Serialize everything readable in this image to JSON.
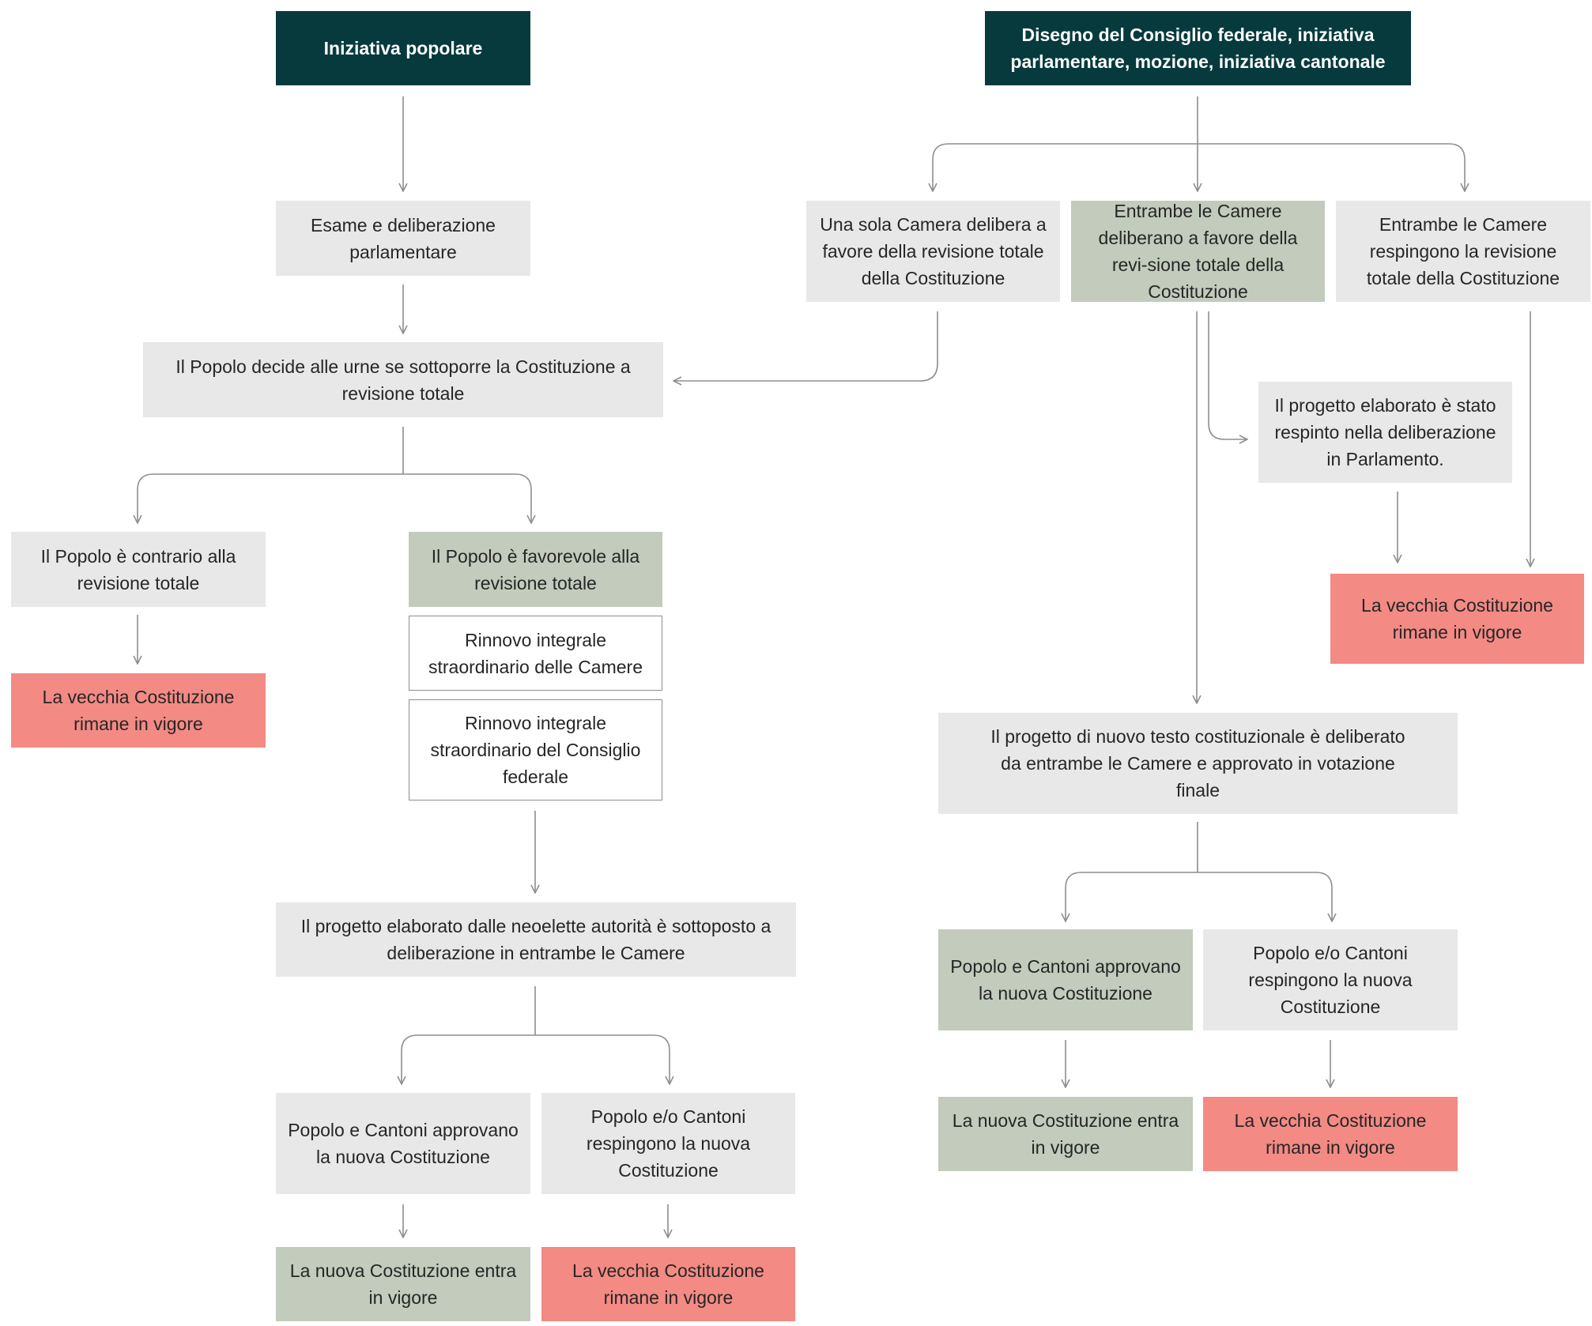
{
  "colors": {
    "dark": "#063a3d",
    "grey": "#e8e8e8",
    "green": "#c2cbbc",
    "red": "#f38a83",
    "outline": "#8d8d8d",
    "connector": "#8e8e8e"
  },
  "boxes": {
    "iniziativa_popolare": "Iniziativa popolare",
    "disegno_consiglio": "Disegno del Consiglio federale, iniziativa parlamentare, mozione, iniziativa cantonale",
    "esame_parlamentare": "Esame e deliberazione parlamentare",
    "una_sola_camera": "Una sola Camera delibera a favore della revisione totale della Costituzione",
    "entrambe_favore": "Entrambe le Camere deliberano a favore della revi-sione totale della Costituzione",
    "entrambe_respingono": "Entrambe le Camere respingono la revisione totale della Costituzione",
    "popolo_decide": "Il Popolo decide alle urne se sottoporre la Costituzione a revisione totale",
    "progetto_respinto": "Il progetto elaborato è stato respinto nella deliberazione in Parlamento.",
    "popolo_contrario": "Il Popolo è contrario alla revisione totale",
    "popolo_favorevole": "Il Popolo è favorevole alla revisione totale",
    "rinnovo_camere": "Rinnovo integrale straordinario delle Camere",
    "rinnovo_consiglio": "Rinnovo integrale straordinario del Consiglio federale",
    "vecchia_sinistra": "La vecchia Costituzione rimane in vigore",
    "vecchia_destra_alto": "La vecchia Costituzione rimane in vigore",
    "progetto_nuovo_testo": "Il progetto di nuovo testo costituzionale è deliberato da entrambe le Camere e approvato in votazione finale",
    "progetto_neoelette": "Il progetto elaborato dalle neoelette autorità è sottoposto a deliberazione in entrambe le Camere",
    "approvano_destra": "Popolo e Cantoni approvano la nuova Costituzione",
    "respingono_destra": "Popolo e/o Cantoni respingono la nuova Costituzione",
    "nuova_destra": "La nuova Costituzione entra in vigore",
    "vecchia_destra_basso": "La vecchia Costituzione rimane in vigore",
    "approvano_sinistra": "Popolo e Cantoni approvano la nuova Costituzione",
    "respingono_sinistra": "Popolo e/o Cantoni respingono la nuova Costituzione",
    "nuova_sinistra": "La nuova Costituzione entra in vigore",
    "vecchia_sinistra_basso": "La vecchia Costituzione rimane in vigore"
  }
}
